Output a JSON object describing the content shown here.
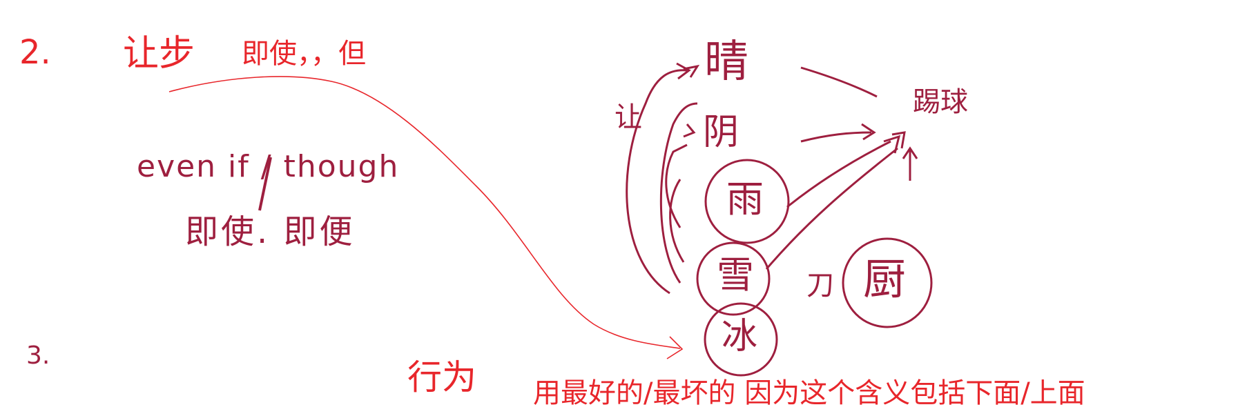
{
  "colors": {
    "typed_red": "#e8262b",
    "marker_red": "#e03a2e",
    "ink": "#9e1f3f",
    "curve": "#e8262b"
  },
  "notes": {
    "num_two": "2.",
    "concession": "让步",
    "concession_gloss": "即使，，但",
    "even_if": "even if / though",
    "even_if_cn": "即使. 即便",
    "num_three": "3.",
    "behavior": "行为",
    "explanation": "用最好的/最坏的   因为这个含义包括下面/上面"
  },
  "diagram": {
    "sunny": "晴",
    "cloudy": "阴",
    "rain": "雨",
    "snow": "雪",
    "ice": "冰",
    "kitchen": "厨",
    "football": "踢球",
    "rang": "让",
    "dao": "刀"
  }
}
